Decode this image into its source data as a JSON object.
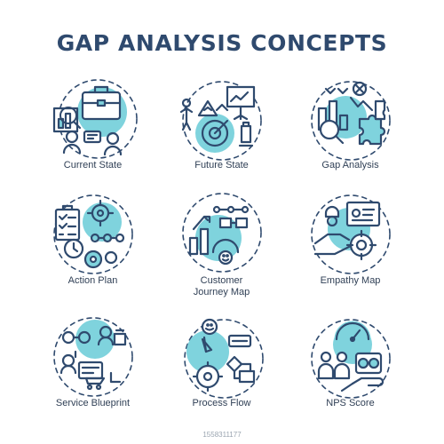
{
  "title": "GAP ANALYSIS CONCEPTS",
  "colors": {
    "accent_fill": "#7fd3dd",
    "stroke": "#2f4a6e",
    "title": "#2f4a6e",
    "label": "#2f3f55"
  },
  "icons": [
    {
      "label": "Current State",
      "icon": "briefcase-chart-icon"
    },
    {
      "label": "Future State",
      "icon": "target-presentation-icon"
    },
    {
      "label": "Gap Analysis",
      "icon": "puzzle-chart-icon"
    },
    {
      "label": "Action Plan",
      "icon": "checklist-gears-icon"
    },
    {
      "label": "Customer\nJourney Map",
      "icon": "journey-flow-icon"
    },
    {
      "label": "Empathy Map",
      "icon": "empathy-hand-icon"
    },
    {
      "label": "Service Blueprint",
      "icon": "blueprint-network-icon"
    },
    {
      "label": "Process Flow",
      "icon": "gear-flow-icon"
    },
    {
      "label": "NPS Score",
      "icon": "nps-rating-icon"
    }
  ],
  "watermark": "1558311177"
}
